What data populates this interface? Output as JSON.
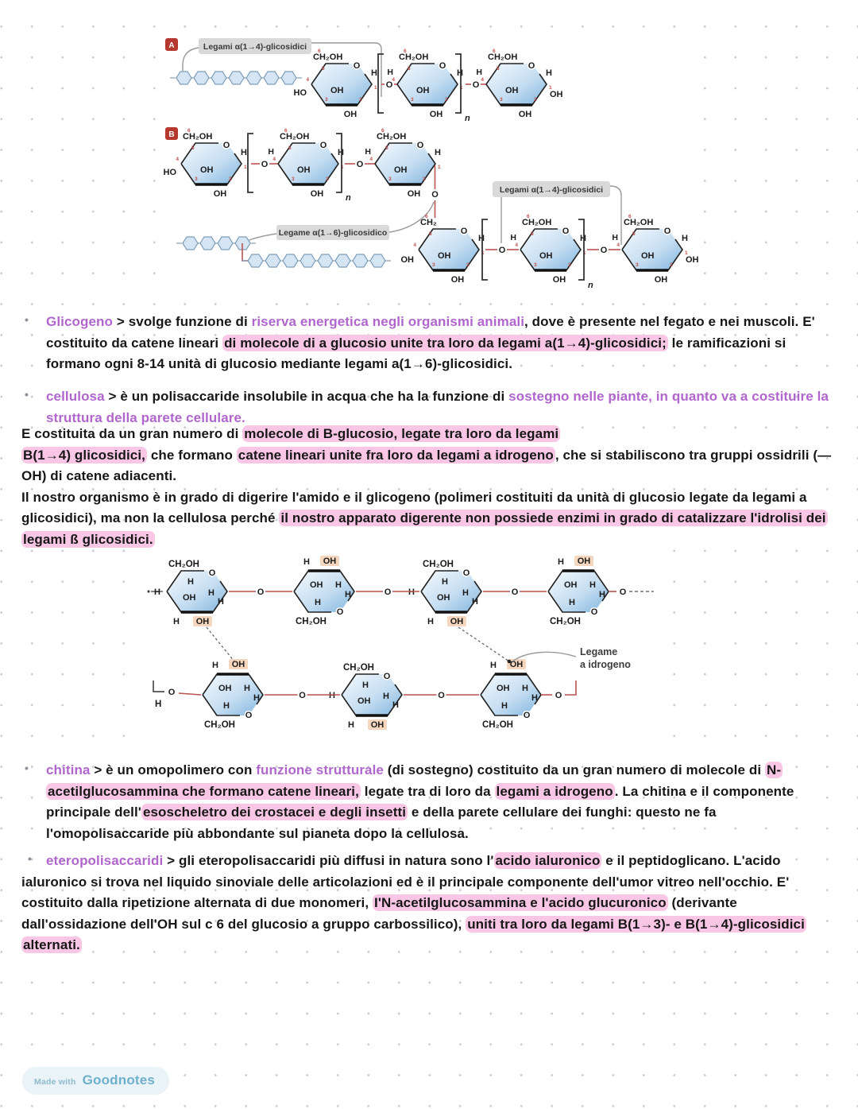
{
  "footer": {
    "made_with": "Made with",
    "brand": "Goodnotes"
  },
  "bullet_glyph": "•",
  "colors": {
    "purple_text": "#b066cc",
    "pink_highlight": "#f9c7e5",
    "peach_highlight": "#f5d7bf",
    "bond_red": "#b85450",
    "number_red": "#c0504d",
    "callout_bg": "#d9d9d9",
    "badge_red": "#b5392f",
    "ring_blue": "#7fb4de"
  },
  "tokens": {
    "ch2oh": "CH₂OH",
    "ch2": "CH₂",
    "o": "O",
    "oh": "OH",
    "ho": "HO",
    "h": "H",
    "n": "n",
    "nums": [
      "1",
      "2",
      "3",
      "4",
      "5",
      "6"
    ]
  },
  "figure_top": {
    "badge_a": "A",
    "badge_b": "B",
    "callout_a14": "Legami α(1→4)-glicosidici",
    "callout_b14": "Legami α(1→4)-glicosidici",
    "callout_b16": "Legame α(1→6)-glicosidico"
  },
  "figure_cellulose": {
    "hbond_line1": "Legame",
    "hbond_line2": "a idrogeno"
  },
  "sections": [
    {
      "id": "glicogeno",
      "bullet": true,
      "segments": [
        {
          "t": "Glicogeno",
          "s": "purple"
        },
        {
          "t": " > svolge funzione di "
        },
        {
          "t": "riserva energetica negli organismi animali",
          "s": "purple"
        },
        {
          "t": ", dove è presente nel fegato e nei muscoli. E' costituito da catene lineari "
        },
        {
          "t": "di molecole di a glucosio unite tra loro da legami a(1→4)-glicosidici;",
          "s": "hl"
        },
        {
          "t": " le ramificazioni si formano ogni 8-14 unità di glucosio mediante legami a(1→6)-glicosidici."
        }
      ]
    },
    {
      "id": "cellulosa",
      "bullet": true,
      "segments": [
        {
          "t": "cellulosa",
          "s": "purple"
        },
        {
          "t": " > è un polisaccaride insolubile in acqua che ha la funzione di "
        },
        {
          "t": "sostegno nelle piante, in quanto va a costituire la struttura della parete cellulare.",
          "s": "purple"
        }
      ]
    },
    {
      "id": "cellulosa-details",
      "bullet": false,
      "segments": [
        {
          "t": "E costituita da un gran numero di "
        },
        {
          "t": "molecole di B-glucosio, legate tra loro da legami",
          "s": "hl"
        },
        {
          "br": true
        },
        {
          "t": "B(1→4) glicosidici,",
          "s": "hl"
        },
        {
          "t": " che formano "
        },
        {
          "t": "catene lineari unite fra loro da legami a idrogeno",
          "s": "hl"
        },
        {
          "t": ", che si stabiliscono tra gruppi ossidrili (—OH) di catene adiacenti."
        },
        {
          "br": true
        },
        {
          "t": "Il nostro organismo è in grado di digerire l'amido e il glicogeno (polimeri costituiti da unità di glucosio legate da legami a glicosidici), ma non la cellulosa perché "
        },
        {
          "t": "il nostro apparato digerente non possiede enzimi in grado di catalizzare l'idrolisi dei legami ß glicosidici.",
          "s": "hl"
        }
      ]
    },
    {
      "id": "chitina",
      "bullet": true,
      "segments": [
        {
          "t": "chitina",
          "s": "purple"
        },
        {
          "t": " > è un omopolimero con "
        },
        {
          "t": "funzione strutturale",
          "s": "purple"
        },
        {
          "t": " (di sostegno) costituito da un gran numero di molecole di "
        },
        {
          "t": "N-acetilglucosammina che formano catene lineari,",
          "s": "hl"
        },
        {
          "t": " legate tra di loro da "
        },
        {
          "t": "legami a idrogeno",
          "s": "hl"
        },
        {
          "t": ". La chitina e il componente principale dell'"
        },
        {
          "t": "esoscheletro dei crostacei e degli insetti",
          "s": "hl"
        },
        {
          "t": " e della parete cellulare dei funghi: questo ne fa l'omopolisaccaride più abbondante sul pianeta dopo la cellulosa."
        }
      ]
    },
    {
      "id": "eteropolisaccaridi",
      "bullet": true,
      "segments": [
        {
          "t": "eteropolisaccaridi",
          "s": "purple"
        },
        {
          "t": " > gli eteropolisaccaridi più diffusi in natura sono l'"
        },
        {
          "t": "acido ialuronico",
          "s": "hl"
        },
        {
          "t": " e il peptidoglicano. L'acido ialuronico si trova nel liquido sinoviale delle articolazioni ed è il principale componente dell'umor vitreo nell'occhio. E'  costituito dalla ripetizione alternata di due monomeri, "
        },
        {
          "t": "I'N-acetilglucosammina e l'acido glucuronico",
          "s": "hl"
        },
        {
          "t": " (derivante dall'ossidazione dell'OH sul c 6 del glucosio a gruppo carbossilico), "
        },
        {
          "t": "uniti tra loro da legami B(1→3)- e B(1→4)-glicosidici alternati.",
          "s": "hl"
        }
      ]
    }
  ]
}
